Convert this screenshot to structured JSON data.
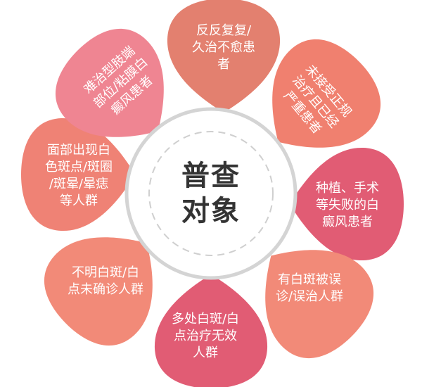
{
  "center": {
    "title": "普查\n对象"
  },
  "petals": [
    {
      "text": "反反复复/\n久治不愈患\n者",
      "color": "#e3806f"
    },
    {
      "text": "未接受正规\n治疗且已经\n严重患者",
      "color": "#f0806f"
    },
    {
      "text": "种植、手术\n等失败的白\n癜风患者",
      "color": "#e15c74"
    },
    {
      "text": "有白斑被误\n诊/误治人群",
      "color": "#f28a78"
    },
    {
      "text": "多处白斑/白\n点治疗无效\n人群",
      "color": "#e15c74"
    },
    {
      "text": "不明白斑/白\n点未确诊人群",
      "color": "#f28a78"
    },
    {
      "text": "面部出现白\n色斑点/斑圈\n/斑晕/晕痣\n等人群",
      "color": "#ef8275"
    },
    {
      "text": "难治型肢端\n部位/粘膜白\n癜风患者",
      "color": "#ef8592"
    }
  ]
}
